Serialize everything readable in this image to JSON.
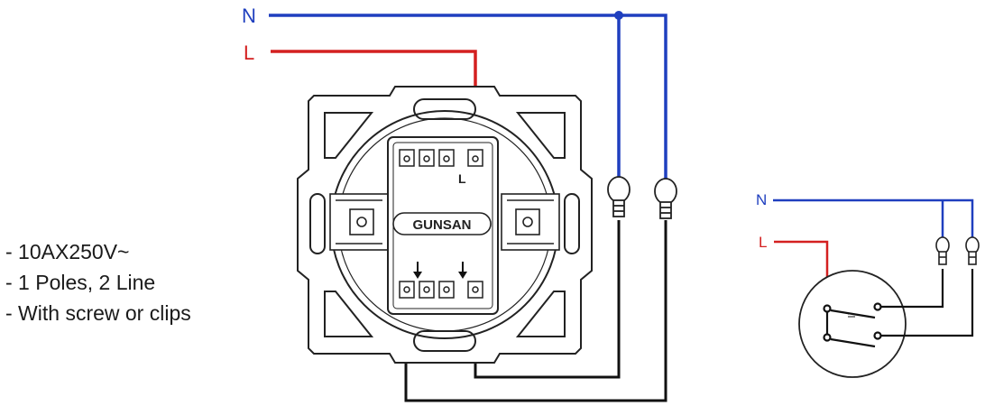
{
  "labels": {
    "neutral": "N",
    "line": "L",
    "terminal_line": "L",
    "brand": "GUNSAN"
  },
  "specs": [
    "- 10AX250V~",
    "- 1 Poles, 2 Line",
    "- With screw or clips"
  ],
  "colors": {
    "neutral_wire": "#1f3fbf",
    "line_wire": "#d42020",
    "load_wire": "#111111",
    "neutral_label": "#1f3fbf",
    "line_label": "#d42020"
  },
  "icons": {
    "lamp": "light-bulb-icon",
    "schematic": "double-switch-symbol"
  }
}
